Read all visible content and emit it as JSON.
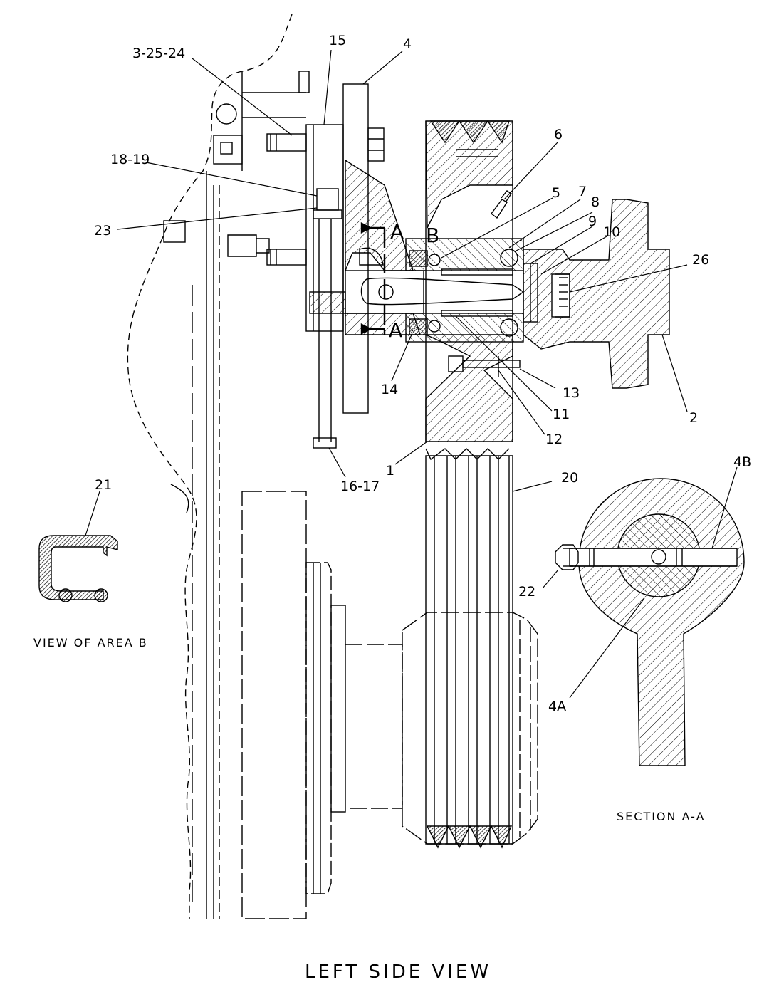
{
  "title": "LEFT SIDE VIEW",
  "captions": {
    "view_b": "VIEW OF AREA B",
    "section": "SECTION A-A"
  },
  "section_letters": {
    "a_top": "A",
    "b": "B",
    "a_bottom": "A"
  },
  "callouts": [
    {
      "id": "c-3-25-24",
      "label": "3-25-24"
    },
    {
      "id": "c-15",
      "label": "15"
    },
    {
      "id": "c-4",
      "label": "4"
    },
    {
      "id": "c-6",
      "label": "6"
    },
    {
      "id": "c-18-19",
      "label": "18-19"
    },
    {
      "id": "c-5",
      "label": "5"
    },
    {
      "id": "c-7",
      "label": "7"
    },
    {
      "id": "c-8",
      "label": "8"
    },
    {
      "id": "c-9",
      "label": "9"
    },
    {
      "id": "c-10",
      "label": "10"
    },
    {
      "id": "c-23",
      "label": "23"
    },
    {
      "id": "c-26",
      "label": "26"
    },
    {
      "id": "c-14",
      "label": "14"
    },
    {
      "id": "c-13",
      "label": "13"
    },
    {
      "id": "c-11",
      "label": "11"
    },
    {
      "id": "c-12",
      "label": "12"
    },
    {
      "id": "c-2",
      "label": "2"
    },
    {
      "id": "c-1",
      "label": "1"
    },
    {
      "id": "c-16-17",
      "label": "16-17"
    },
    {
      "id": "c-20",
      "label": "20"
    },
    {
      "id": "c-21",
      "label": "21"
    },
    {
      "id": "c-4b",
      "label": "4B"
    },
    {
      "id": "c-22",
      "label": "22"
    },
    {
      "id": "c-4a",
      "label": "4A"
    }
  ]
}
